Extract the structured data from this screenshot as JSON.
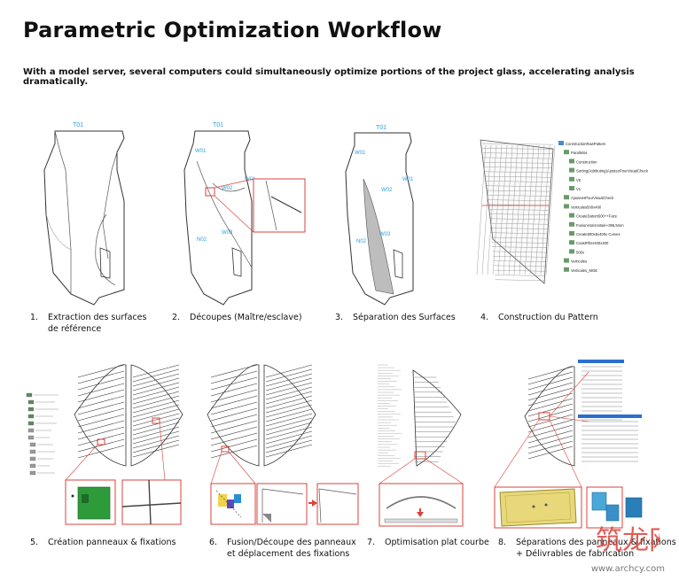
{
  "title": "Parametric Optimization Workflow",
  "subtitle": "With a model server, several computers could simultaneously optimize portions of the project glass, accelerating analysis dramatically.",
  "steps": [
    {
      "num": "1.",
      "line1": "Extraction des surfaces",
      "line2": "de référence"
    },
    {
      "num": "2.",
      "line1": "Découpes (Maître/esclave)",
      "line2": ""
    },
    {
      "num": "3.",
      "line1": "Séparation des Surfaces",
      "line2": ""
    },
    {
      "num": "4.",
      "line1": "Construction du Pattern",
      "line2": ""
    },
    {
      "num": "5.",
      "line1": "Création panneaux & fixations",
      "line2": ""
    },
    {
      "num": "6.",
      "line1": "Fusion/Découpe des panneaux",
      "line2": "et déplacement des fixations"
    },
    {
      "num": "7.",
      "line1": "Optimisation plat courbe",
      "line2": ""
    },
    {
      "num": "8.",
      "line1": "Séparations des panneaux & fixations",
      "line2": "+ Délivrables de fabrication"
    }
  ],
  "labels": {
    "t01": "T01",
    "w01": "W01",
    "w02": "W02",
    "w03": "W03",
    "n02": "N02"
  },
  "tree": [
    "ConstructionRawPattern",
    "Parallelos",
    "Construction",
    "Sorting(Attributing)AjoutezPourVisualCheck",
    "V0",
    "V1",
    "AjouteesPourVisualCheck",
    "Verticales500x400",
    "CreateDatum500++Faze",
    "FusionHorizontale+396,5mm",
    "Create500x8x400x Curves",
    "CoastFilter400x400",
    "500x",
    "Verticales",
    "Verticales_MOE"
  ],
  "watermark": {
    "logo": "筑龙网",
    "url": "www.archcy.com"
  },
  "colors": {
    "accent": "#d9433b",
    "label": "#2aa0d8",
    "panel_green": "#2e9b3a",
    "panel_yellow": "#e8d87a"
  }
}
